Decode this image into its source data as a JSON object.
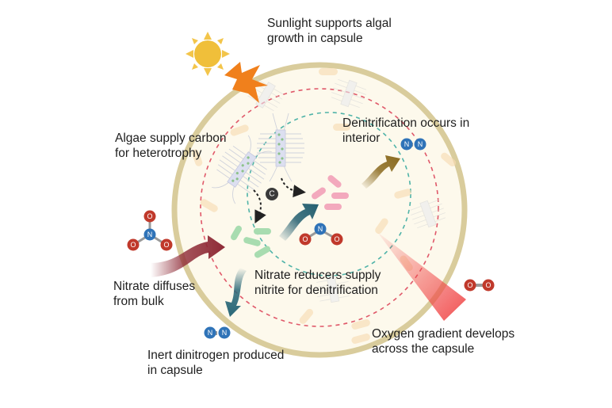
{
  "figure": {
    "type": "schematic",
    "subject": "Algae-bacteria capsule nitrogen cycling",
    "colors": {
      "background": "#ffffff",
      "capsule_fill": "#fdf9ec",
      "capsule_border": "#d9cc9c",
      "outer_dashed_ring": "#e0596a",
      "inner_dashed_ring": "#4fb3a8",
      "sun": "#f0c040",
      "lightning": "#f0801c",
      "nitrate_arrow": "#8e2a36",
      "nitrite_arrow": "#245f70",
      "dinitrogen_arrow": "#2a6878",
      "denitrification_arrow": "#8a6a1e",
      "oxygen_gradient": "#f04848",
      "nitrogen_atom": "#2f73b8",
      "oxygen_atom": "#c0392b",
      "carbon_atom": "#3a3a3a",
      "nitrate_reducers": "#a8dcb0",
      "denitrifiers": "#f3a9bd",
      "background_bacteria": "#f8dcb4"
    }
  },
  "labels": {
    "sunlight": "Sunlight supports algal\ngrowth in capsule",
    "algae_carbon": "Algae supply carbon\nfor heterotrophy",
    "denitrification": "Denitrification occurs in\ninterior",
    "nitrate_diffuses": "Nitrate diffuses\nfrom bulk",
    "nitrate_reducers": "Nitrate reducers supply\nnitrite for denitrification",
    "oxygen_gradient": "Oxygen gradient develops\nacross the capsule",
    "inert_dinitrogen": "Inert dinitrogen produced\nin capsule"
  },
  "molecules": {
    "nitrate": {
      "name": "nitrate",
      "atoms": [
        "O",
        "N",
        "O",
        "O"
      ]
    },
    "nitrite": {
      "name": "nitrite",
      "atoms": [
        "O",
        "N",
        "O"
      ]
    },
    "dinitrogen_interior": {
      "name": "dinitrogen",
      "atoms": [
        "N",
        "N"
      ]
    },
    "dinitrogen_released": {
      "name": "dinitrogen",
      "atoms": [
        "N",
        "N"
      ]
    },
    "oxygen": {
      "name": "oxygen",
      "atoms": [
        "O",
        "O"
      ]
    },
    "carbon": {
      "name": "carbon",
      "atoms": [
        "C"
      ]
    }
  },
  "atom_symbols": {
    "n": "N",
    "o": "O",
    "c": "C"
  }
}
